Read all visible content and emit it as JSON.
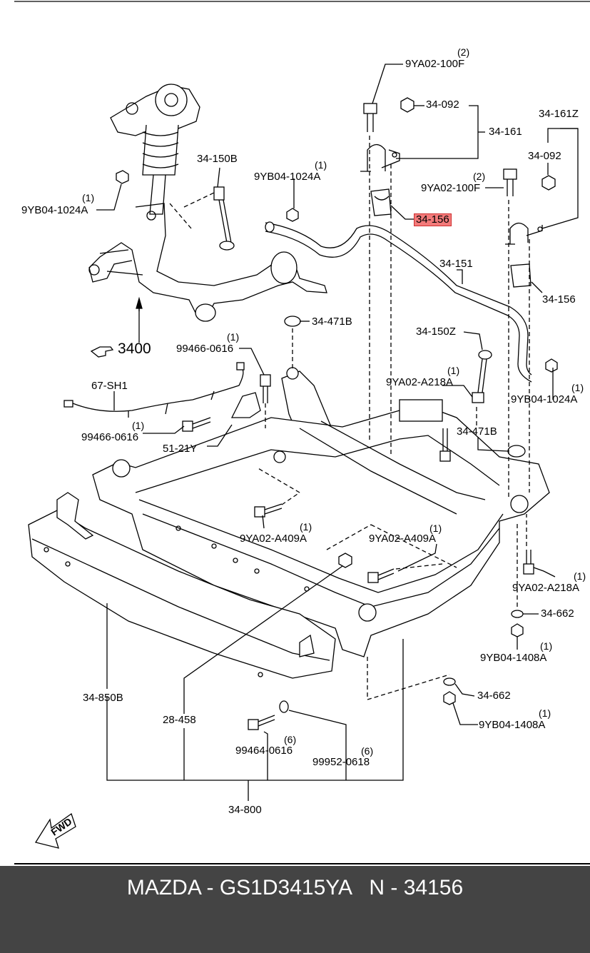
{
  "diagram": {
    "labels": {
      "l_9ya02_100f_a": "9YA02-100F",
      "q_9ya02_100f_a": "(2)",
      "l_34_092_a": "34-092",
      "l_34_161": "34-161",
      "l_34_161z": "34-161Z",
      "l_34_092_b": "34-092",
      "l_9ya02_100f_b": "9YA02-100F",
      "q_9ya02_100f_b": "(2)",
      "l_34_156_hl": "34-156",
      "l_34_150b": "34-150B",
      "l_9yb04_1024a_a": "9YB04-1024A",
      "q_9yb04_1024a_a": "(1)",
      "l_9yb04_1024a_b": "9YB04-1024A",
      "q_9yb04_1024a_b": "(1)",
      "l_34_151": "34-151",
      "l_34_156": "34-156",
      "l_3400": "3400",
      "l_34_471b_a": "34-471B",
      "l_99466_0616_a": "99466-0616",
      "q_99466_0616_a": "(1)",
      "l_34_150z": "34-150Z",
      "l_67_sh1": "67-SH1",
      "l_9ya02_a218a_a": "9YA02-A218A",
      "q_9ya02_a218a_a": "(1)",
      "l_9yb04_1024a_c": "9YB04-1024A",
      "q_9yb04_1024a_c": "(1)",
      "l_99466_0616_b": "99466-0616",
      "q_99466_0616_b": "(1)",
      "l_34_471b_b": "34-471B",
      "l_51_21y": "51-21Y",
      "l_9ya02_a409a_a": "9YA02-A409A",
      "q_9ya02_a409a_a": "(1)",
      "l_9ya02_a409a_b": "9YA02-A409A",
      "q_9ya02_a409a_b": "(1)",
      "l_9ya02_a218a_b": "9YA02-A218A",
      "q_9ya02_a218a_b": "(1)",
      "l_34_662_a": "34-662",
      "l_9yb04_1408a_a": "9YB04-1408A",
      "q_9yb04_1408a_a": "(1)",
      "l_34_850b": "34-850B",
      "l_34_662_b": "34-662",
      "l_9yb04_1408a_b": "9YB04-1408A",
      "q_9yb04_1408a_b": "(1)",
      "l_28_458": "28-458",
      "l_99464_0616": "99464-0616",
      "q_99464_0616": "(6)",
      "l_99952_0618": "99952-0618",
      "q_99952_0618": "(6)",
      "l_34_800": "34-800",
      "fwd": "FWD"
    },
    "highlight_color": "#f27a7a"
  },
  "footer": {
    "text": "MAZDA - GS1D3415YA   N - 34156",
    "background": "#444444",
    "text_color": "#ffffff"
  }
}
